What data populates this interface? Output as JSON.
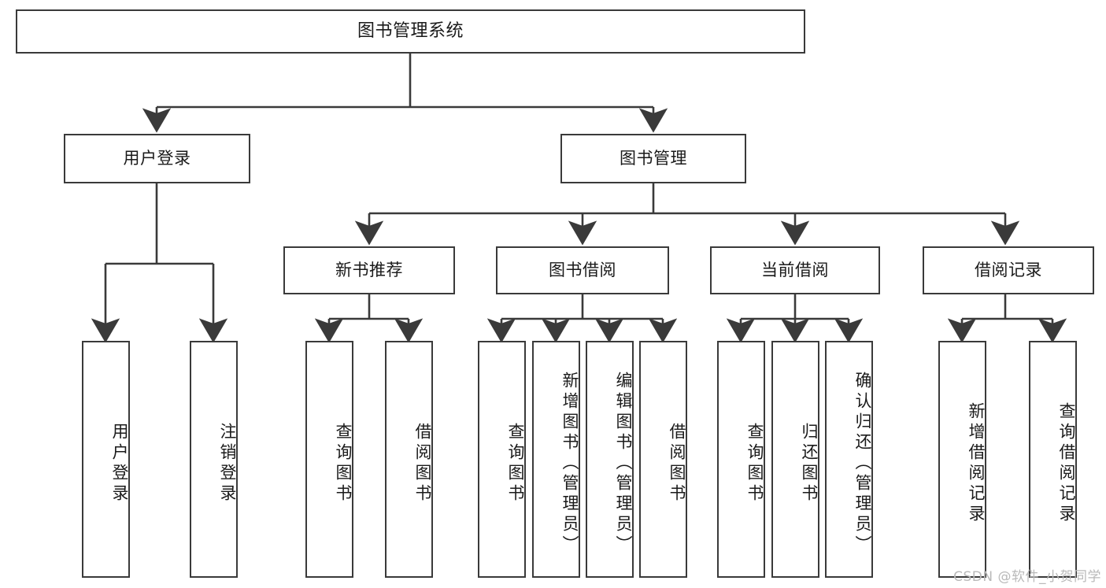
{
  "diagram": {
    "title": "图书管理系统",
    "type": "hierarchy-tree",
    "watermark": "CSDN @软件_小贺同学",
    "colors": {
      "background": "#ffffff",
      "stroke": "#3a3a3a",
      "text": "#1a1a1a",
      "watermark": "#b9b9b9"
    },
    "levels": {
      "root": {
        "label": "图书管理系统"
      },
      "level2": [
        {
          "label": "用户登录"
        },
        {
          "label": "图书管理"
        }
      ],
      "level3": [
        {
          "label": "新书推荐"
        },
        {
          "label": "图书借阅"
        },
        {
          "label": "当前借阅"
        },
        {
          "label": "借阅记录"
        }
      ],
      "leaves": {
        "user_login": [
          {
            "label": "用户登录"
          },
          {
            "label": "注销登录"
          }
        ],
        "new_book_recommend": [
          {
            "label": "查询图书"
          },
          {
            "label": "借阅图书"
          }
        ],
        "book_borrow": [
          {
            "label": "查询图书"
          },
          {
            "label": "新增图书（管理员）"
          },
          {
            "label": "编辑图书（管理员）"
          },
          {
            "label": "借阅图书"
          }
        ],
        "current_borrow": [
          {
            "label": "查询图书"
          },
          {
            "label": "归还图书"
          },
          {
            "label": "确认归还（管理员）"
          }
        ],
        "borrow_record": [
          {
            "label": "新增借阅记录"
          },
          {
            "label": "查询借阅记录"
          }
        ]
      }
    }
  }
}
